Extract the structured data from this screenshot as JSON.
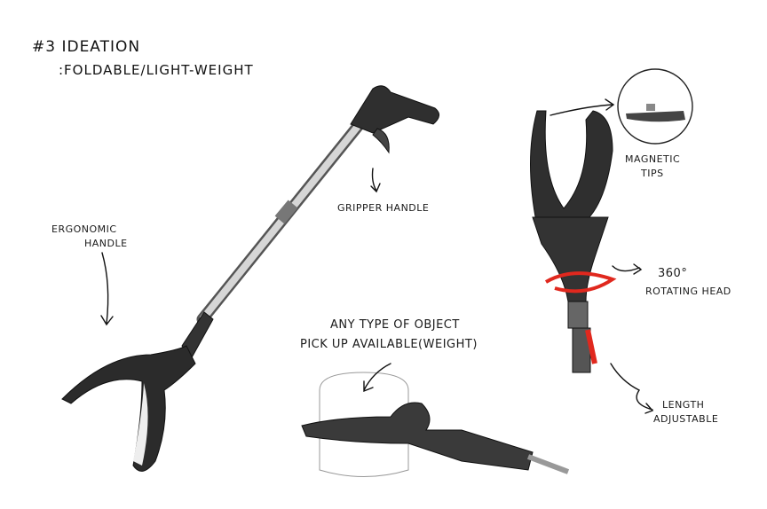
{
  "title": "#3 IDEATION",
  "subtitle": ":FOLDABLE/LIGHT-WEIGHT",
  "annotations": {
    "gripper_handle": "GRIPPER HANDLE",
    "ergonomic_1": "ERGONOMIC",
    "ergonomic_2": "HANDLE",
    "object_1": "ANY TYPE OF OBJECT",
    "object_2": "PICK UP AVAILABLE(WEIGHT)",
    "magnetic_1": "MAGNETIC",
    "magnetic_2": "TIPS",
    "rotating_1": "360°",
    "rotating_2": "ROTATING HEAD",
    "length_1": "LENGTH",
    "length_2": "ADJUSTABLE"
  },
  "colors": {
    "ink": "#1a1a1a",
    "body": "#3a3a3a",
    "metal": "#c8c8c8",
    "accent": "#e0281e"
  }
}
